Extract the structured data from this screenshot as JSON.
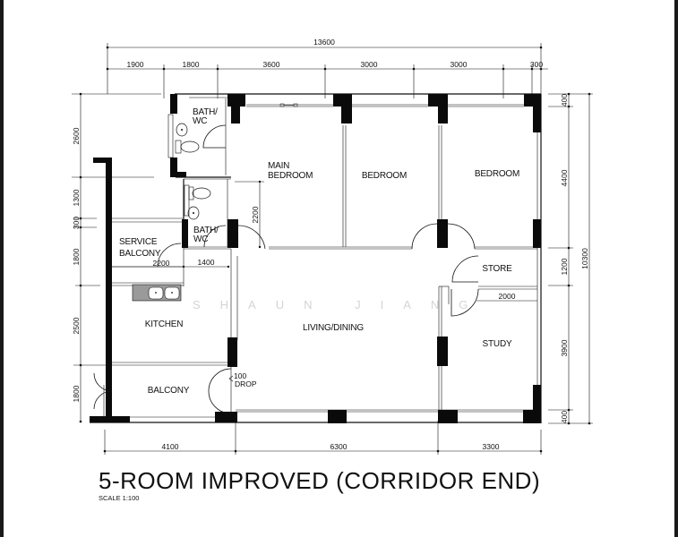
{
  "plan": {
    "title": "5-ROOM IMPROVED (CORRIDOR END)",
    "scale": "SCALE   1:100",
    "watermark": "SHAUN JIANG"
  },
  "rooms": {
    "bath_wc_1": [
      "BATH/",
      "WC"
    ],
    "bath_wc_2": [
      "BATH/",
      "WC"
    ],
    "main_bedroom": [
      "MAIN",
      "BEDROOM"
    ],
    "bedroom_1": "BEDROOM",
    "bedroom_2": "BEDROOM",
    "service_balcony": [
      "SERVICE",
      "BALCONY"
    ],
    "kitchen": "KITCHEN",
    "living_dining": "LIVING/DINING",
    "store": "STORE",
    "study": "STUDY",
    "balcony": "BALCONY"
  },
  "dimensions": {
    "top_total": "13600",
    "top_segments": [
      "1900",
      "1800",
      "3600",
      "3000",
      "3000",
      "300"
    ],
    "bottom_segments": [
      "4100",
      "6300",
      "3300"
    ],
    "left_segments": [
      "2600",
      "1300",
      "300",
      "1800",
      "2500",
      "1800"
    ],
    "right_segments": [
      "400",
      "4400",
      "1200",
      "3900",
      "400"
    ],
    "right_total": "10300",
    "inner": {
      "service_balcony_width": "2200",
      "bath_passage_width": "1400",
      "main_bedroom_door_height": "2200",
      "study_width": "2000",
      "drop_value": "100",
      "drop_label": "DROP"
    }
  }
}
